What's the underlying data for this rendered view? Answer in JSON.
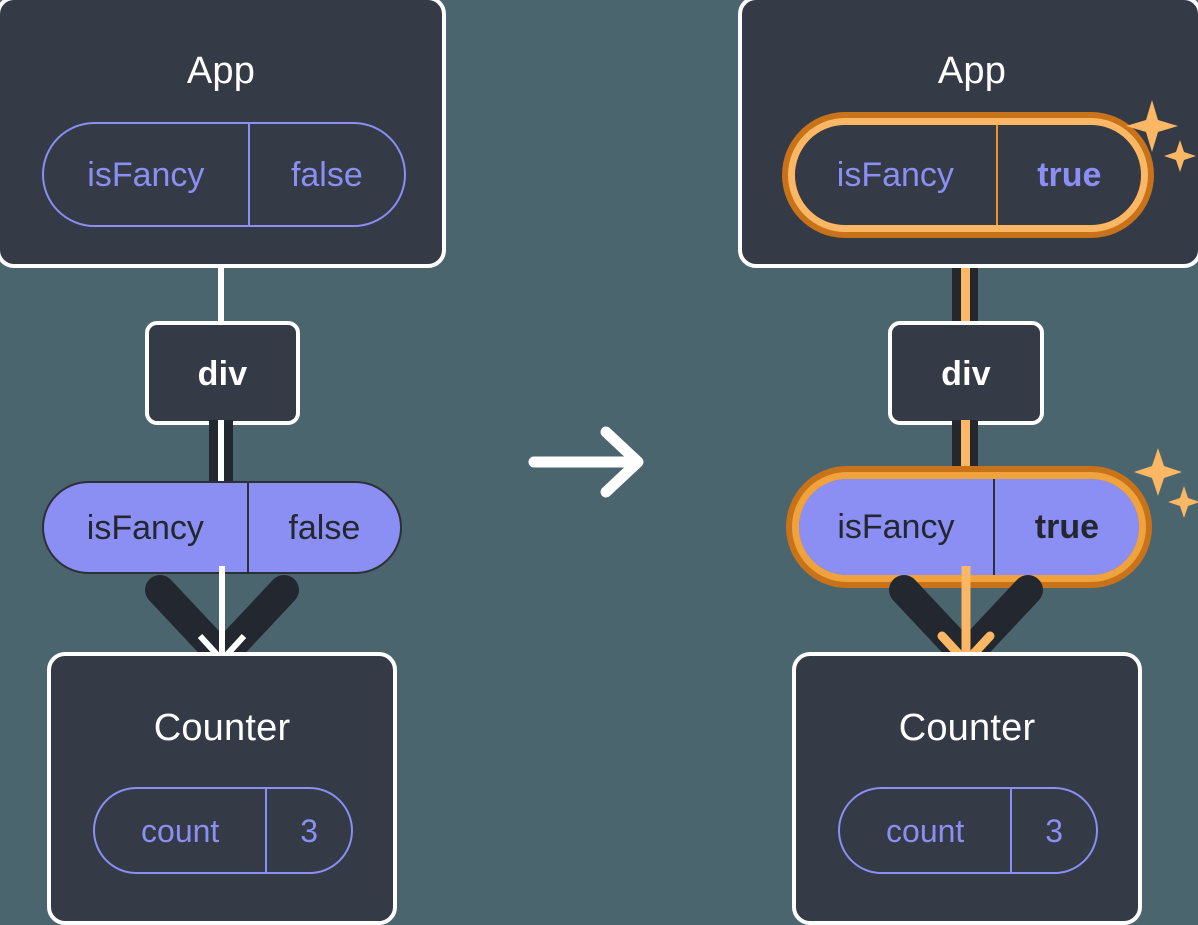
{
  "diagram": {
    "title": "React state update diagram",
    "colors": {
      "background": "#4b656f",
      "card_fill": "#343a46",
      "card_border": "#ffffff",
      "purple": "#8b8ef2",
      "dark_text": "#23272f",
      "orange_dark": "#c8721a",
      "orange_light": "#fcb765",
      "wire_dark": "#23272f"
    },
    "transition_icon": "arrow-right-icon",
    "before": {
      "app": {
        "title": "App",
        "state": {
          "name": "isFancy",
          "value": "false"
        }
      },
      "div": {
        "label": "div"
      },
      "prop": {
        "name": "isFancy",
        "value": "false"
      },
      "counter": {
        "title": "Counter",
        "state": {
          "name": "count",
          "value": "3"
        }
      }
    },
    "after": {
      "app": {
        "title": "App",
        "state": {
          "name": "isFancy",
          "value": "true",
          "highlighted": true
        }
      },
      "div": {
        "label": "div"
      },
      "prop": {
        "name": "isFancy",
        "value": "true",
        "highlighted": true
      },
      "counter": {
        "title": "Counter",
        "state": {
          "name": "count",
          "value": "3"
        }
      },
      "sparkle_icon": "sparkles-icon"
    }
  }
}
